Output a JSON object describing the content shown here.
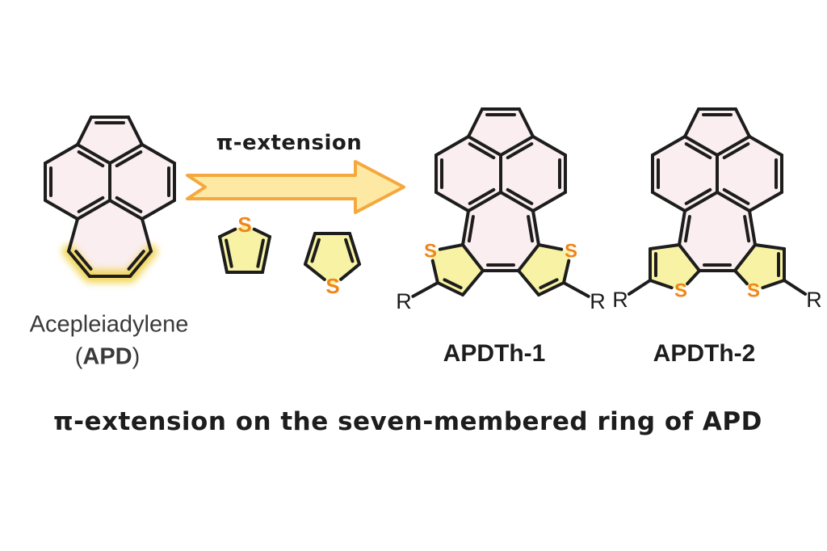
{
  "figure": {
    "reaction_label": "π-extension",
    "caption": "π-extension on the seven-membered ring of APD",
    "reactant": {
      "name": "Acepleiadylene",
      "abbr_open": "(",
      "abbr": "APD",
      "abbr_close": ")"
    },
    "products": [
      {
        "label": "APDTh-1"
      },
      {
        "label": "APDTh-2"
      }
    ],
    "atom_labels": {
      "sulfur": "S",
      "substituent": "R"
    }
  },
  "colors": {
    "bond": "#1d1d1d",
    "ring_fill": "#faeef0",
    "thiophene_fill": "#f8f3a4",
    "glow": "#f0d145",
    "sulfur": "#f0861a",
    "arrow_fill": "#fde9a4",
    "arrow_stroke": "#f4a83e",
    "title_text": "#1d1d1d",
    "name_text": "#3a3a3a"
  }
}
